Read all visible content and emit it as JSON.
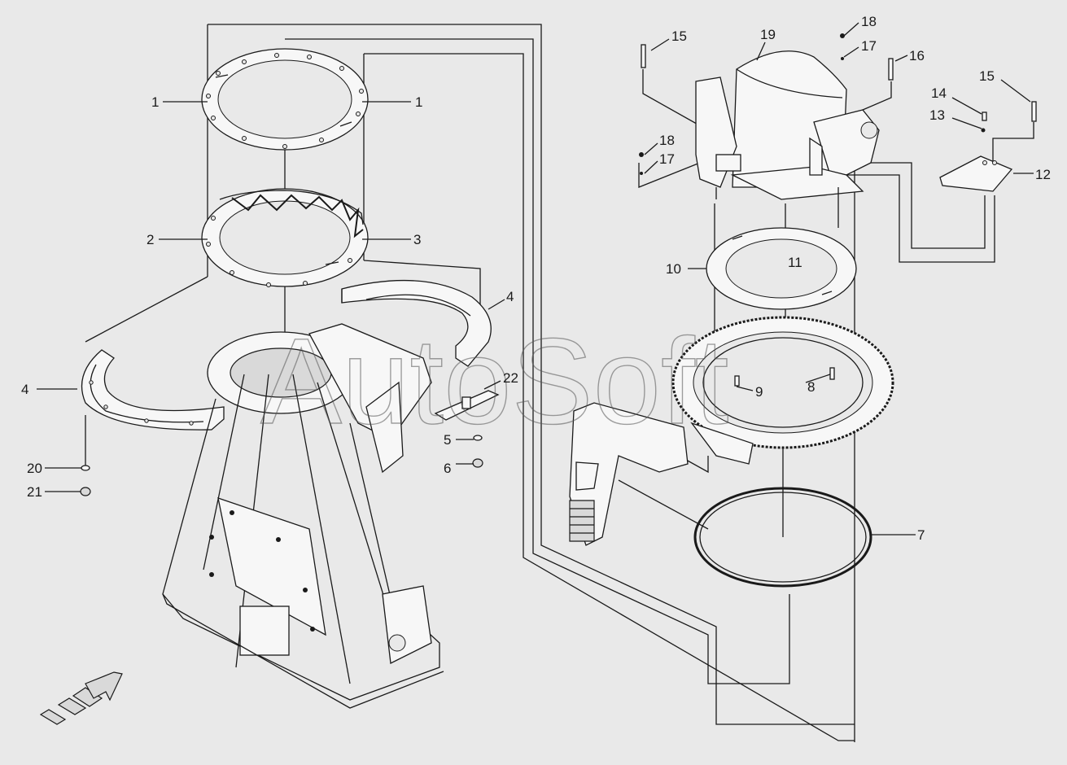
{
  "watermark": "AutoSoft",
  "callouts": [
    {
      "id": "c1a",
      "text": "1"
    },
    {
      "id": "c1b",
      "text": "1"
    },
    {
      "id": "c2",
      "text": "2"
    },
    {
      "id": "c3",
      "text": "3"
    },
    {
      "id": "c4a",
      "text": "4"
    },
    {
      "id": "c4b",
      "text": "4"
    },
    {
      "id": "c5",
      "text": "5"
    },
    {
      "id": "c6",
      "text": "6"
    },
    {
      "id": "c7",
      "text": "7"
    },
    {
      "id": "c8",
      "text": "8"
    },
    {
      "id": "c9",
      "text": "9"
    },
    {
      "id": "c10",
      "text": "10"
    },
    {
      "id": "c11",
      "text": "11"
    },
    {
      "id": "c12",
      "text": "12"
    },
    {
      "id": "c13",
      "text": "13"
    },
    {
      "id": "c14",
      "text": "14"
    },
    {
      "id": "c15a",
      "text": "15"
    },
    {
      "id": "c15b",
      "text": "15"
    },
    {
      "id": "c16",
      "text": "16"
    },
    {
      "id": "c17a",
      "text": "17"
    },
    {
      "id": "c17b",
      "text": "17"
    },
    {
      "id": "c18a",
      "text": "18"
    },
    {
      "id": "c18b",
      "text": "18"
    },
    {
      "id": "c19",
      "text": "19"
    },
    {
      "id": "c20",
      "text": "20"
    },
    {
      "id": "c21",
      "text": "21"
    },
    {
      "id": "c22",
      "text": "22"
    }
  ]
}
